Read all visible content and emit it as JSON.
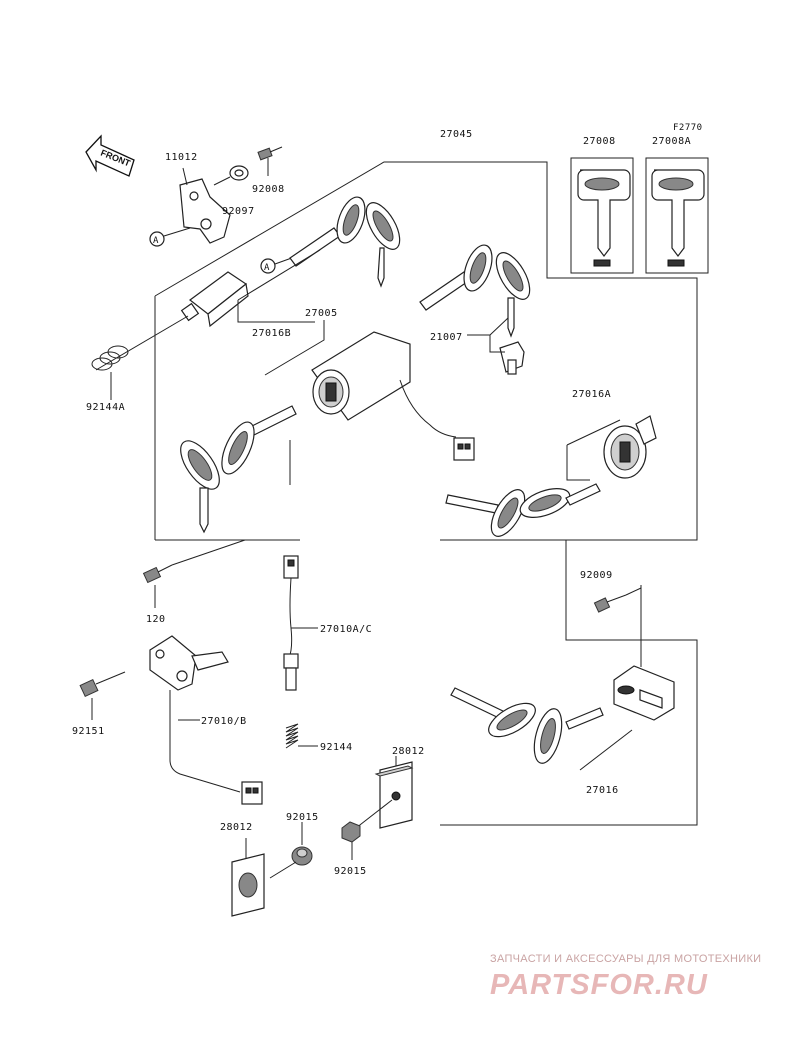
{
  "diagram": {
    "front_label": "FRONT",
    "circle_marker": "A",
    "ref_code": "F2770",
    "part_labels": {
      "p27045": "27045",
      "p27008": "27008",
      "p27008A": "27008A",
      "p11012": "11012",
      "p92008": "92008",
      "p92097": "92097",
      "p27016B": "27016B",
      "p27005": "27005",
      "p21007": "21007",
      "p92144A": "92144A",
      "p27016A": "27016A",
      "p92009": "92009",
      "p120": "120",
      "p27010AC": "27010A/C",
      "p92151": "92151",
      "p27010B": "27010/B",
      "p92144": "92144",
      "p28012a": "28012",
      "p28012b": "28012",
      "p92015a": "92015",
      "p92015b": "92015",
      "p27016": "27016"
    }
  },
  "watermark": {
    "tagline": "ЗАПЧАСТИ И АКСЕССУАРЫ ДЛЯ МОТОТЕХНИКИ",
    "logo": "PARTSFOR.RU"
  }
}
